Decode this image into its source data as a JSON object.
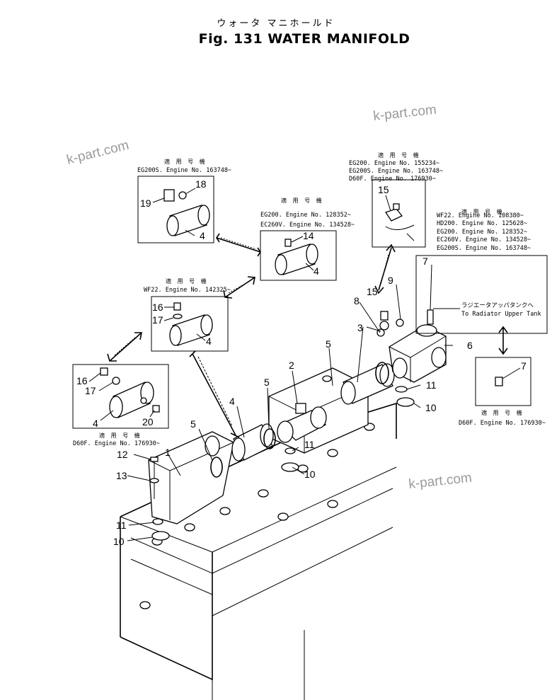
{
  "title": {
    "jp": "ウォータ マニホールド",
    "en": "Fig. 131 WATER MANIFOLD"
  },
  "watermark": "k-part.com",
  "applicability_heading": "適 用 号 機",
  "notes": {
    "box_a": [
      "EG200S.  Engine No. 163748~"
    ],
    "box_b": [
      "EG200.  Engine No. 128352~",
      "EC260V.  Engine No. 134528~"
    ],
    "box_c": [
      "WF22.  Engine No. 142325~"
    ],
    "box_d": [
      "D60F.  Engine No. 176930~"
    ],
    "box_e": [
      "EG200.   Engine No. 155234~",
      "EG200S.  Engine No. 163748~",
      "D60F.    Engine No. 176930~"
    ],
    "box_f": [
      "WF22.       Engine No. 108380~",
      "HD200.      Engine No. 125628~",
      "EG200.  Engine No. 128352~",
      "EC260V.  Engine No. 134528~",
      "EG200S.  Engine No. 163748~"
    ],
    "box_g": [
      "D60F.  Engine No. 176930~"
    ]
  },
  "radiator_note": {
    "jp": "ラジエータアッパタンクへ",
    "en": "To Radiator Upper Tank"
  },
  "callouts": {
    "n1": "1",
    "n2": "2",
    "n3": "3",
    "n4": "4",
    "n5": "5",
    "n6": "6",
    "n7": "7",
    "n8": "8",
    "n9": "9",
    "n10": "10",
    "n11": "11",
    "n12": "12",
    "n13": "13",
    "n14": "14",
    "n15": "15",
    "n16": "16",
    "n17": "17",
    "n18": "18",
    "n19": "19",
    "n20": "20"
  }
}
